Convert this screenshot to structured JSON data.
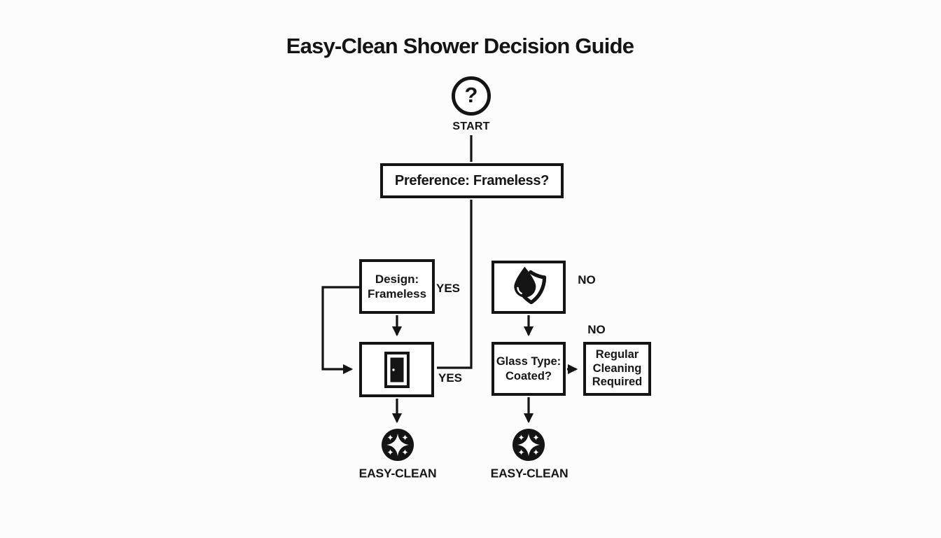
{
  "title": "Easy-Clean Shower Decision Guide",
  "start": {
    "symbol": "?",
    "label": "START",
    "icon": "question-circle-icon"
  },
  "boxes": {
    "preference": {
      "label": "Preference: Frameless?"
    },
    "design": {
      "line1": "Design:",
      "line2": "Frameless"
    },
    "door": {
      "icon": "door-icon"
    },
    "water": {
      "icon": "water-drop-shield-icon"
    },
    "glass": {
      "line1": "Glass Type:",
      "line2": "Coated?"
    },
    "regular": {
      "line1": "Regular",
      "line2": "Cleaning",
      "line3": "Required"
    }
  },
  "branch_labels": {
    "design_yes": "YES",
    "door_yes": "YES",
    "water_no": "NO",
    "regular_no": "NO"
  },
  "outcomes": {
    "left": {
      "label": "EASY-CLEAN",
      "icon": "sparkle-icon"
    },
    "right": {
      "label": "EASY-CLEAN",
      "icon": "sparkle-icon"
    }
  },
  "colors": {
    "ink": "#141414",
    "box_background": "#ffffff",
    "page_background": "#fcfcfd"
  }
}
